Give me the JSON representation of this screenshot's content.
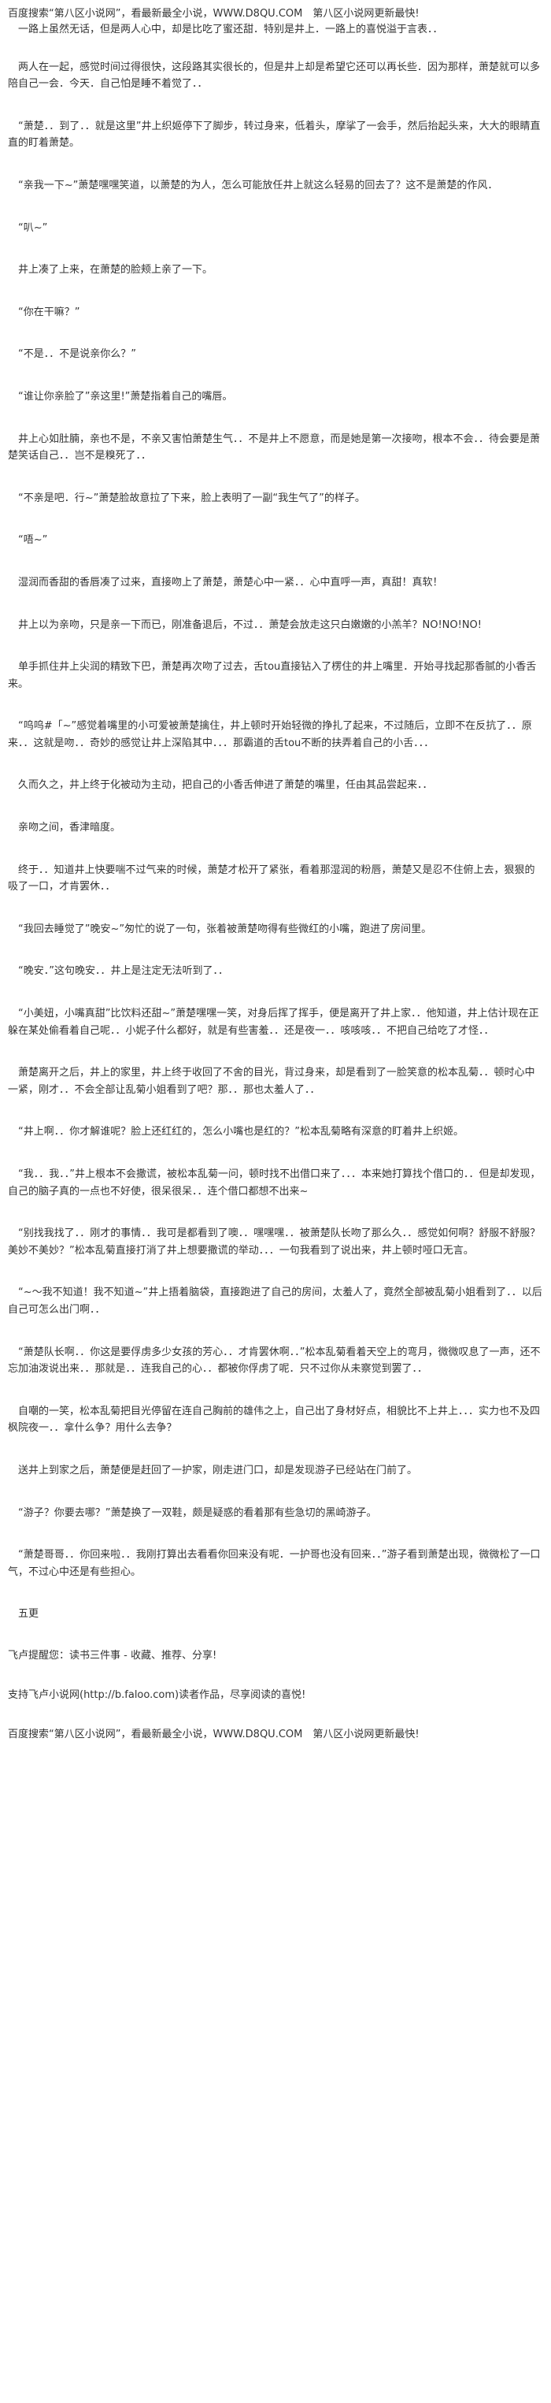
{
  "banner_top": "百度搜索“第八区小说网”，看最新最全小说，WWW.D8QU.COM　第八区小说网更新最快!",
  "paragraphs": [
    "　一路上虽然无话，但是两人心中，却是比吃了蜜还甜．特别是井上．一路上的喜悦溢于言表．．",
    "　两人在一起，感觉时间过得很快，这段路其实很长的，但是井上却是希望它还可以再长些．因为那样，萧楚就可以多陪自己一会．今天．自己怕是睡不着觉了．．",
    "　“萧楚．．到了．．就是这里”井上织姬停下了脚步，转过身来，低着头，摩挲了一会手，然后抬起头来，大大的眼睛直直的盯着萧楚。",
    "　“亲我一下~”萧楚嘿嘿笑道，以萧楚的为人，怎么可能放任井上就这么轻易的回去了？这不是萧楚的作风．",
    "　“叭~”",
    "　井上凑了上来，在萧楚的脸颊上亲了一下。",
    "　“你在干嘛？”",
    "　“不是．．不是说亲你么？”",
    "　“谁让你亲脸了”亲这里!”萧楚指着自己的嘴唇。",
    "　井上心如肚腩，亲也不是，不亲又害怕萧楚生气．．不是井上不愿意，而是她是第一次接吻，根本不会．．待会要是萧楚笑话自己．．岂不是糗死了．．",
    "　“不亲是吧．行~”萧楚脸故意拉了下来，脸上表明了一副“我生气了”的样子。",
    "　“唔~”",
    "　湿润而香甜的香唇凑了过来，直接吻上了萧楚，萧楚心中一紧．．心中直呼一声，真甜！真软！",
    "　井上以为亲吻，只是亲一下而已，刚准备退后，不过．．萧楚会放走这只白嫩嫩的小羔羊？NO!NO!NO!",
    "　单手抓住井上尖润的精致下巴，萧楚再次吻了过去，舌tou直接钻入了楞住的井上嘴里．开始寻找起那香腻的小香舌来。",
    "　“呜呜#「~”感觉着嘴里的小可爱被萧楚擒住，井上顿时开始轻微的挣扎了起来，不过随后，立即不在反抗了．．原来．．这就是吻．．奇妙的感觉让井上深陷其中．．．那霸道的舌tou不断的扶弄着自己的小舌．．．",
    "　久而久之，井上终于化被动为主动，把自己的小香舌伸进了萧楚的嘴里，任由其品尝起来．．",
    "　亲吻之间，香津暗度。",
    "　终于．．知道井上快要喘不过气来的时候，萧楚才松开了紧张，看着那湿润的粉唇，萧楚又是忍不住俯上去，狠狠的吸了一口，才肯罢休．．",
    "　“我回去睡觉了”晚安~”匆忙的说了一句，张着被萧楚吻得有些微红的小嘴，跑进了房间里。",
    "　“晚安．”这句晚安．．井上是注定无法听到了．．",
    "　“小美妞，小嘴真甜”比饮料还甜~”萧楚嘿嘿一笑，对身后挥了挥手，便是离开了井上家．．他知道，井上估计现在正躲在某处偷看着自己呢．．小妮子什么都好，就是有些害羞．．还是夜一．．咳咳咳．．不把自己给吃了才怪．．",
    "　萧楚离开之后，井上的家里，井上终于收回了不舍的目光，背过身来，却是看到了一脸笑意的松本乱菊．．顿时心中一紧，刚才．．不会全部让乱菊小姐看到了吧？那．．那也太羞人了．．",
    "　“井上啊．．你才解谁呢？脸上还红红的，怎么小嘴也是红的？”松本乱菊略有深意的盯着井上织姬。",
    "　“我．．我．．”井上根本不会撒谎，被松本乱菊一问，顿时找不出借口来了．．．本来她打算找个借口的．．但是却发现，自己的脑子真的一点也不好使，很呆很呆．．连个借口都想不出来~",
    "　“别找我找了．．刚才的事情．．我可是都看到了噢．．嘿嘿嘿．．被萧楚队长吻了那么久．．感觉如何啊？舒服不舒服？美妙不美妙？”松本乱菊直接打消了井上想要撒谎的举动．．．一句我看到了说出来，井上顿时哑口无言。",
    "　“~～我不知道！我不知道~”井上捂着脑袋，直接跑进了自己的房间，太羞人了，竟然全部被乱菊小姐看到了．．以后自己可怎么出门啊．．",
    "　“萧楚队长啊．．你这是要俘虏多少女孩的芳心．．才肯罢休啊．．”松本乱菊看着天空上的弯月，微微叹息了一声，还不忘加油泼说出来．．那就是．．连我自己的心．．都被你俘虏了呢．只不过你从未察觉到罢了．．",
    "　自嘲的一笑，松本乱菊把目光停留在连自己胸前的雄伟之上，自己出了身材好点，相貌比不上井上．．．实力也不及四枫院夜一．．拿什么争？用什么去争？",
    "　送井上到家之后，萧楚便是赶回了一护家，刚走进门口，却是发现游子已经站在门前了。",
    "　“游子？你要去哪？”萧楚换了一双鞋，颇是疑惑的看着那有些急切的黑崎游子。",
    "　“萧楚哥哥．．你回来啦．．我刚打算出去看看你回来没有呢．一护哥也没有回来．．”游子看到萧楚出现，微微松了一口气，不过心中还是有些担心。",
    "　五更"
  ],
  "footer": {
    "reminder": "飞卢提醒您：读书三件事 - 收藏、推荐、分享!",
    "support": "支持飞卢小说网(http://b.faloo.com)读者作品，尽享阅读的喜悦!"
  },
  "banner_bottom": "百度搜索“第八区小说网”，看最新最全小说，WWW.D8QU.COM　第八区小说网更新最快!"
}
